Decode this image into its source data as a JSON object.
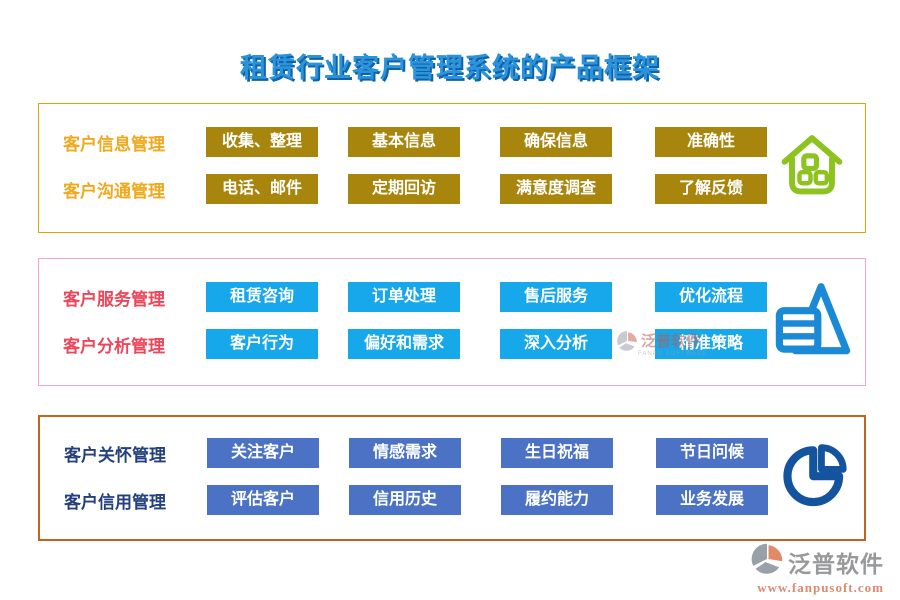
{
  "title": "租赁行业客户管理系统的产品框架",
  "colors": {
    "title_blue": "#1e87d5",
    "section1_border": "#d9a702",
    "section1_label": "#f0a81c",
    "section1_chip": "#a8860d",
    "section1_icon_green": "#8cc31e",
    "section2_border": "#f6aabb",
    "section2_label": "#f04458",
    "section2_chip": "#17a7eb",
    "section2_icon_blue": "#1b8ad6",
    "section3_border": "#c2641e",
    "section3_label": "#24417e",
    "section3_chip": "#4b72c4",
    "section3_icon_navy": "#14549e",
    "brand_gray": "#98999b",
    "brand_salmon": "#de8a70"
  },
  "sections": [
    {
      "icon": "home-icon",
      "rows": [
        {
          "label": "客户信息管理",
          "buttons": [
            "收集、整理",
            "基本信息",
            "确保信息",
            "准确性"
          ]
        },
        {
          "label": "客户沟通管理",
          "buttons": [
            "电话、邮件",
            "定期回访",
            "满意度调查",
            "了解反馈"
          ]
        }
      ]
    },
    {
      "icon": "pyramid-chart-icon",
      "rows": [
        {
          "label": "客户服务管理",
          "buttons": [
            "租赁咨询",
            "订单处理",
            "售后服务",
            "优化流程"
          ]
        },
        {
          "label": "客户分析管理",
          "buttons": [
            "客户行为",
            "偏好和需求",
            "深入分析",
            "精准策略"
          ]
        }
      ]
    },
    {
      "icon": "pie-chart-icon",
      "rows": [
        {
          "label": "客户关怀管理",
          "buttons": [
            "关注客户",
            "情感需求",
            "生日祝福",
            "节日问候"
          ]
        },
        {
          "label": "客户信用管理",
          "buttons": [
            "评估客户",
            "信用历史",
            "履约能力",
            "业务发展"
          ]
        }
      ]
    }
  ],
  "watermark": {
    "text": "泛普软件",
    "subtext": "FANPU SOFTWARE"
  },
  "footer": {
    "brand": "泛普软件",
    "url": "www.fanpusoft.com"
  }
}
